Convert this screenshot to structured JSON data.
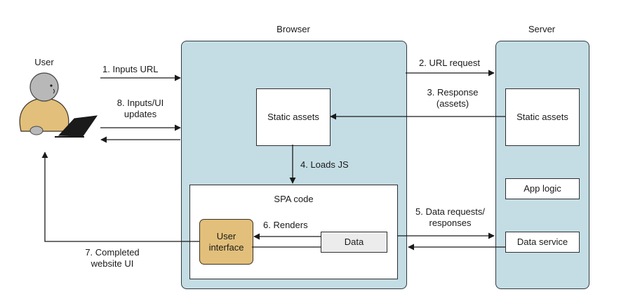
{
  "labels": {
    "browser": "Browser",
    "server": "Server",
    "user": "User"
  },
  "browser": {
    "static_assets": "Static assets",
    "spa_code": "SPA code",
    "user_interface": [
      "User",
      "interface"
    ],
    "data": "Data"
  },
  "server": {
    "static_assets": "Static assets",
    "app_logic": "App logic",
    "data_service": "Data service"
  },
  "steps": {
    "s1": "1. Inputs URL",
    "s2": "2. URL request",
    "s3": [
      "3. Response",
      "(assets)"
    ],
    "s4": "4. Loads JS",
    "s5": [
      "5. Data requests/",
      "responses"
    ],
    "s6": "6. Renders",
    "s7": [
      "7. Completed",
      "website UI"
    ],
    "s8": [
      "8. Inputs/UI",
      "updates"
    ]
  },
  "colors": {
    "panel_fill": "#c4dde4",
    "user_interface_fill": "#e2bf7a",
    "user_head": "#b8b8b8",
    "user_body": "#e2bf7a",
    "laptop": "#1a1a1a"
  }
}
